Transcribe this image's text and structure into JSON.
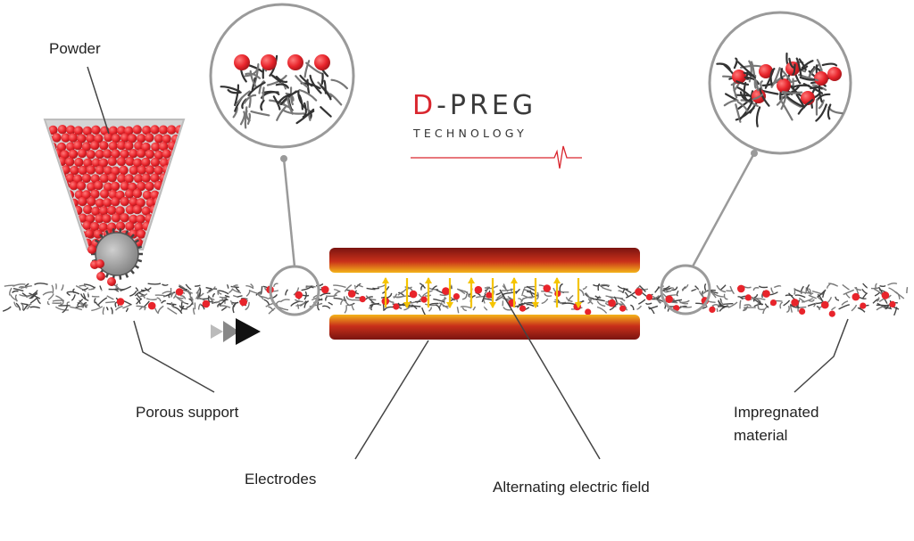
{
  "logo": {
    "letter_d": "D",
    "rest": "-PREG",
    "subtitle": "TECHNOLOGY"
  },
  "labels": {
    "powder": "Powder",
    "porous_support": "Porous support",
    "electrodes": "Electrodes",
    "alternating_field": "Alternating electric field",
    "impregnated_line1": "Impregnated",
    "impregnated_line2": "material"
  },
  "colors": {
    "particle": "#e8242b",
    "fiber": "#444444",
    "logo_red": "#d9262e",
    "field_arrow": "#f5c400"
  },
  "icons": {
    "feed_direction": "triple-arrow-right-icon",
    "roller": "gear-roller-icon"
  }
}
